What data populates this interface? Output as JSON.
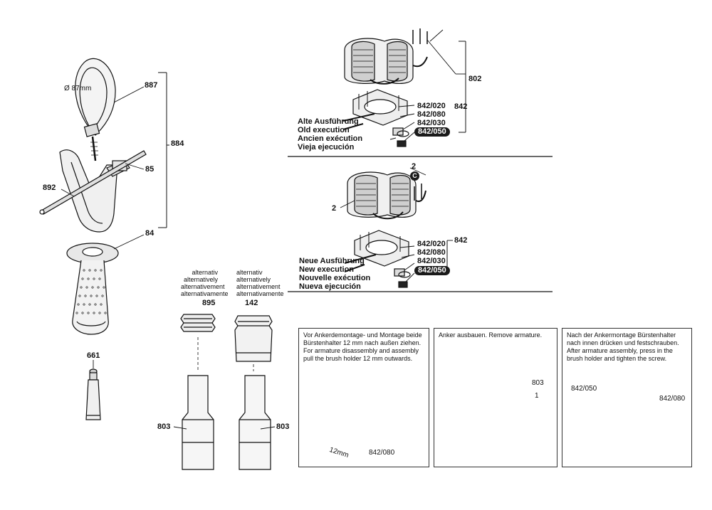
{
  "left": {
    "diameter": "Ø 87mm",
    "parts": {
      "p887": "887",
      "p884": "884",
      "p85": "85",
      "p892": "892",
      "p84": "84",
      "p661": "661",
      "p895": "895",
      "p142": "142",
      "p803_a": "803",
      "p803_b": "803"
    },
    "alt_895": [
      "alternativ",
      "alternatively",
      "alternativement",
      "alternativamente"
    ],
    "alt_142": [
      "alternativ",
      "alternatively",
      "alternativement",
      "alternativamente"
    ]
  },
  "old_exec": {
    "labels": [
      "Alte Ausführung",
      "Old execution",
      "Ancien exécution",
      "Vieja ejecución"
    ],
    "parts": [
      "842/020",
      "842/080",
      "842/030",
      "842/050"
    ],
    "p802": "802",
    "p842": "842"
  },
  "new_exec": {
    "labels": [
      "Neue Ausführung",
      "New execution",
      "Nouvelle exécution",
      "Nueva ejecución"
    ],
    "parts": [
      "842/020",
      "842/080",
      "842/030",
      "842/050"
    ],
    "p842": "842",
    "p2_top": "2",
    "p2_left": "2",
    "badge": "C"
  },
  "panels": {
    "p1": {
      "text": [
        "Vor Ankerdemontage- und Montage beide",
        "Bürstenhalter 12 mm nach außen ziehen.",
        "For armature disassembly and assembly",
        "pull the brush holder 12 mm outwards."
      ],
      "dim": "12mm",
      "part": "842/080"
    },
    "p2": {
      "text": [
        "Anker ausbauen. Remove armature."
      ],
      "part803": "803",
      "part1": "1"
    },
    "p3": {
      "text": [
        "Nach der Ankermontage Bürstenhalter",
        "nach innen drücken und festschrauben.",
        "After armature assembly, press in the",
        "brush holder and tighten the screw."
      ],
      "part_a": "842/050",
      "part_b": "842/080"
    }
  }
}
